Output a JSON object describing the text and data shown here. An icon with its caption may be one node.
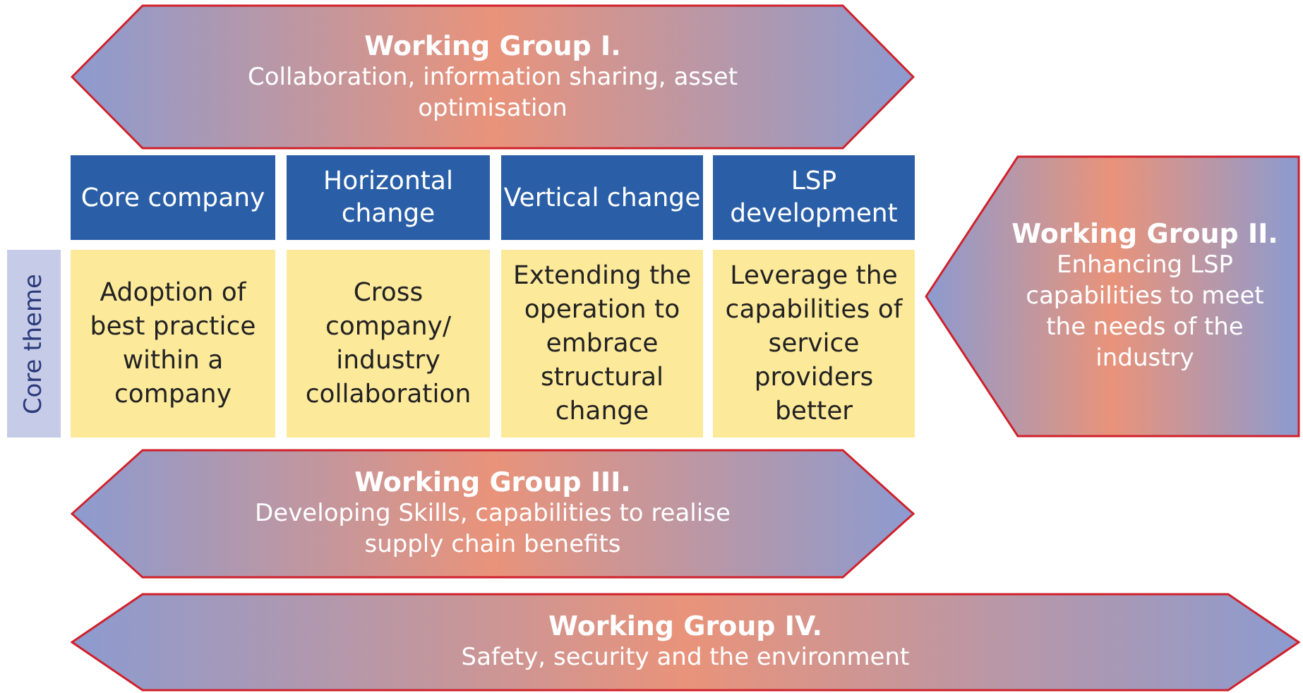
{
  "diagram": {
    "nodes": [
      {
        "text": [
          "Working Group I.",
          "Collaboration, information sharing, asset optimisation"
        ]
      },
      {
        "text": [
          "Core company"
        ]
      },
      {
        "text": [
          "Horizontal change"
        ]
      },
      {
        "text": [
          "Vertical change"
        ]
      },
      {
        "text": [
          "LSP development"
        ]
      },
      {
        "text": [
          "Working Group II.",
          "Enhancing LSP capabilities to meet the needs of the industry"
        ]
      },
      {
        "text": [
          "Core theme"
        ]
      },
      {
        "text": [
          "Adoption of best practice within a company"
        ]
      },
      {
        "text": [
          "Cross company/ industry collaboration"
        ]
      },
      {
        "text": [
          "Extending the operation to embrace structural change"
        ]
      },
      {
        "text": [
          "Leverage the capabilities of service providers better"
        ]
      },
      {
        "text": [
          "Working Group III.",
          "Developing Skills, capabilities to realise supply chain benefits"
        ]
      },
      {
        "text": [
          "Working Group IV.",
          "Safety, security and the environment"
        ]
      }
    ]
  }
}
